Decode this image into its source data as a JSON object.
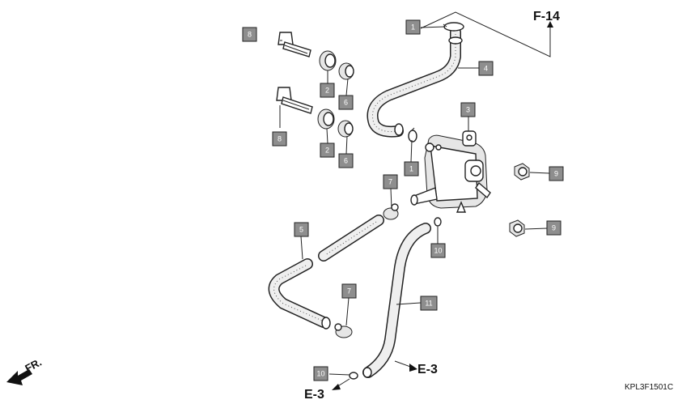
{
  "callouts": [
    {
      "num": "1"
    },
    {
      "num": "1"
    },
    {
      "num": "2"
    },
    {
      "num": "2"
    },
    {
      "num": "3"
    },
    {
      "num": "4"
    },
    {
      "num": "5"
    },
    {
      "num": "6"
    },
    {
      "num": "6"
    },
    {
      "num": "7"
    },
    {
      "num": "7"
    },
    {
      "num": "8"
    },
    {
      "num": "8"
    },
    {
      "num": "9"
    },
    {
      "num": "9"
    },
    {
      "num": "10"
    },
    {
      "num": "10"
    },
    {
      "num": "11"
    }
  ],
  "refs": {
    "f14": "F-14",
    "e3_right": "E-3",
    "e3_bottom": "E-3",
    "front": "FR."
  },
  "diagram_code": "KPL3F1501C"
}
